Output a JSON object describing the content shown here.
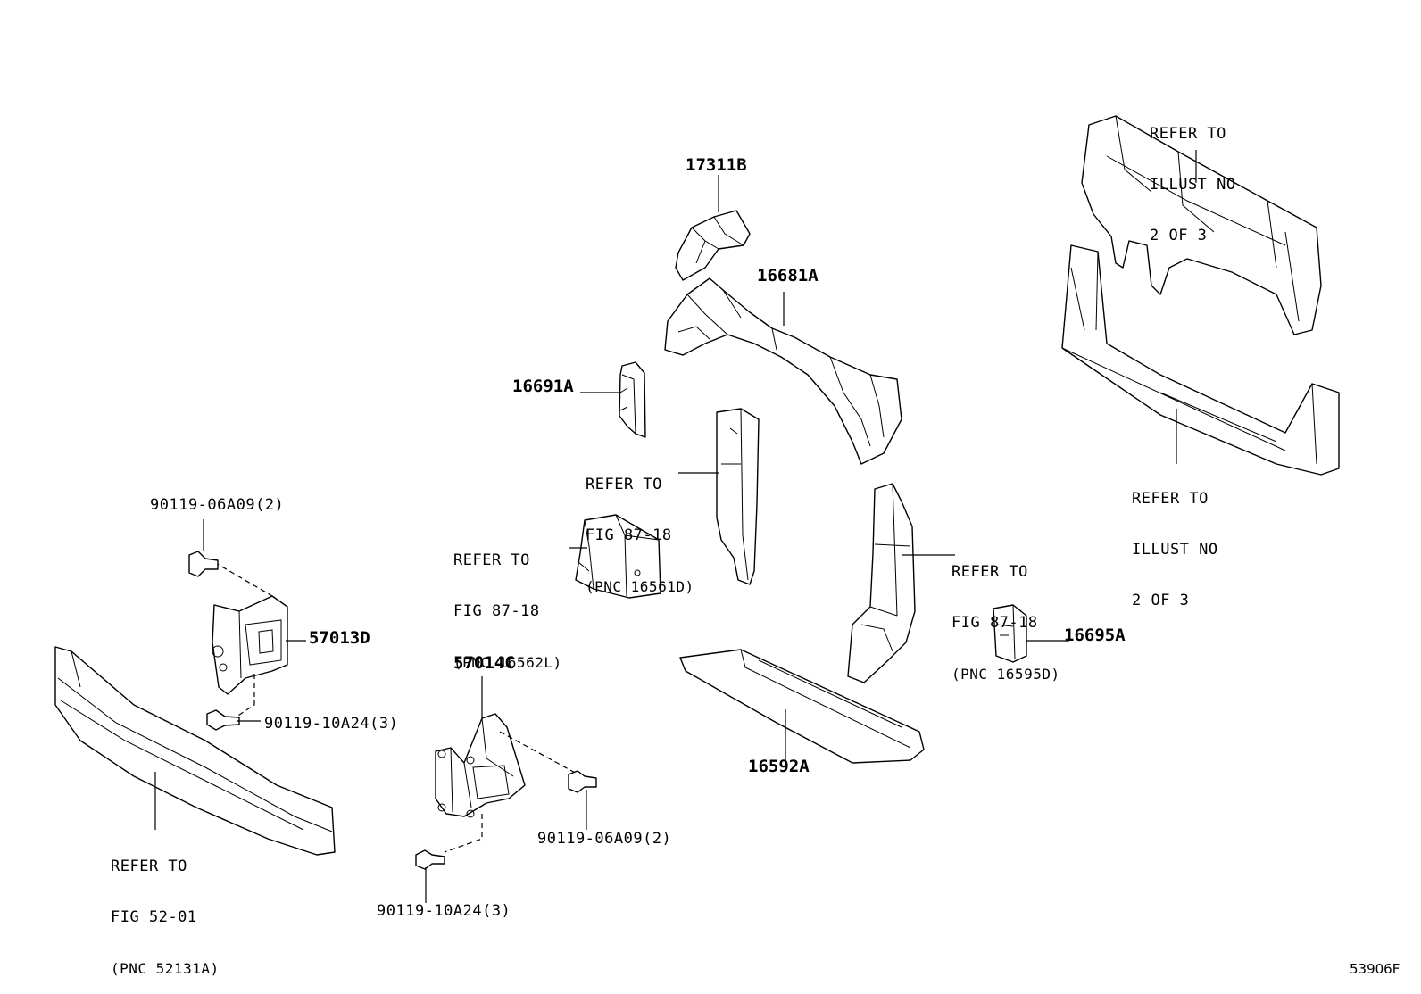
{
  "parts": {
    "p17311B": "17311B",
    "p16681A": "16681A",
    "p16691A": "16691A",
    "p57013D": "57013D",
    "p57014C": "57014C",
    "p16592A": "16592A",
    "p16695A": "16695A",
    "bolt_06a09_top": "90119-06A09(2)",
    "bolt_10a24_left": "90119-10A24(3)",
    "bolt_06a09_bottom": "90119-06A09(2)",
    "bolt_10a24_bottom": "90119-10A24(3)"
  },
  "refs": {
    "upper_right": [
      "REFER TO",
      "ILLUST NO",
      "2 OF 3"
    ],
    "lower_right": [
      "REFER TO",
      "ILLUST NO",
      "2 OF 3"
    ],
    "pnc_16561D": [
      "REFER TO",
      "FIG 87-18",
      "(PNC 16561D)"
    ],
    "pnc_16562L": [
      "REFER TO",
      "FIG 87-18",
      "(PNC 16562L)"
    ],
    "pnc_16595D": [
      "REFER TO",
      "FIG 87-18",
      "(PNC 16595D)"
    ],
    "pnc_52131A": [
      "REFER TO",
      "FIG 52-01",
      "(PNC 52131A)"
    ]
  },
  "illustration_code": "53906F"
}
